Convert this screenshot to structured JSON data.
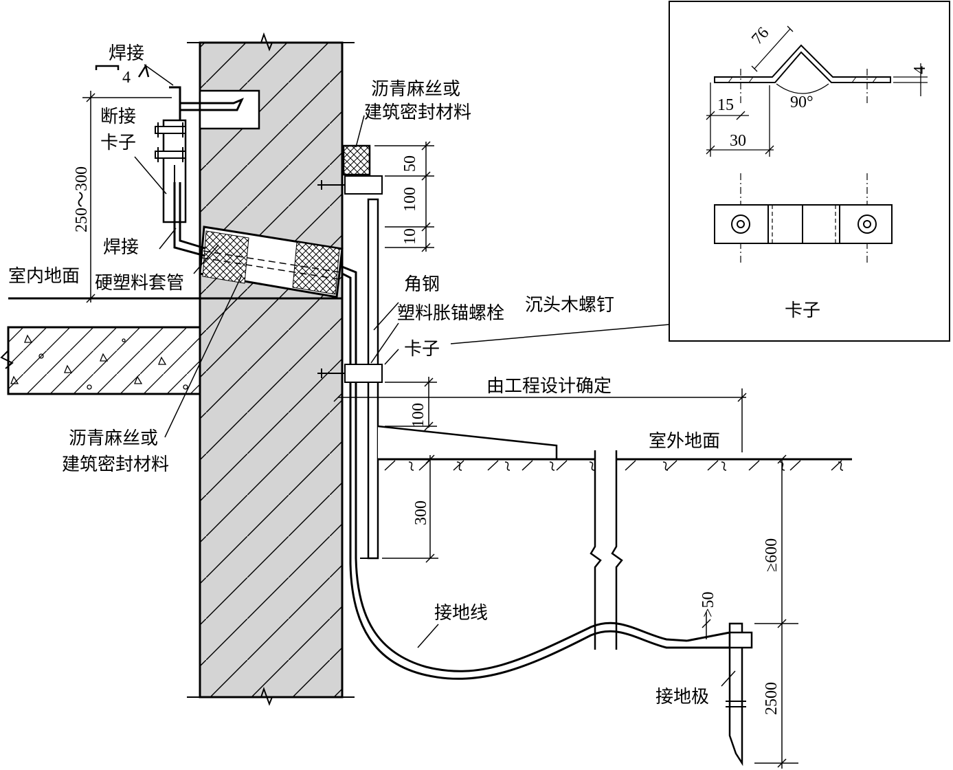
{
  "labels": {
    "weld_top": "焊接",
    "weld_symbol_size": "4",
    "break_joint": "断接",
    "clamp_left": "卡子",
    "weld_bottom": "焊接",
    "indoor_floor": "室内地面",
    "hard_plastic_sleeve": "硬塑料套管",
    "asphalt_top_1": "沥青麻丝或",
    "asphalt_top_2": "建筑密封材料",
    "angle_steel": "角钢",
    "plastic_anchor_bolt": "塑料胀锚螺栓",
    "countersunk_screw": "沉头木螺钉",
    "clamp_mid": "卡子",
    "by_design": "由工程设计确定",
    "outdoor_ground": "室外地面",
    "asphalt_bottom_1": "沥青麻丝或",
    "asphalt_bottom_2": "建筑密封材料",
    "ground_wire": "接地线",
    "ground_electrode": "接地极",
    "detail_title": "卡子"
  },
  "dimensions": {
    "d_250_300": "250～300",
    "d_50": "50",
    "d_100a": "100",
    "d_10": "10",
    "d_100b": "100",
    "d_300": "300",
    "d_600": "≥600",
    "d_gt50": ">50",
    "d_2500": "2500",
    "d_76": "76",
    "d_4": "4",
    "d_15": "15",
    "d_90": "90°",
    "d_30": "30"
  }
}
